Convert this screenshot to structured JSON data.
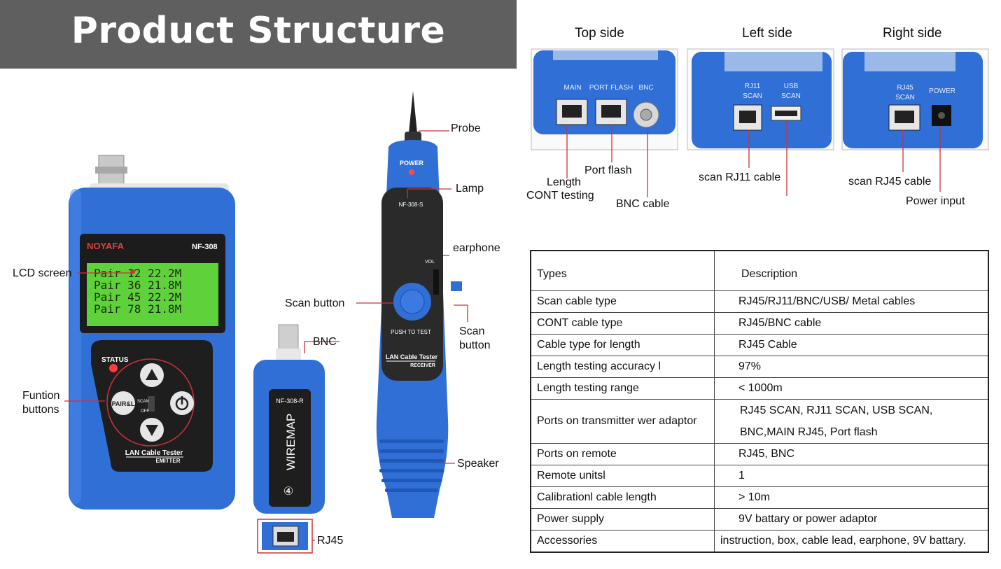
{
  "header": {
    "title": "Product Structure"
  },
  "emitter": {
    "brand": "NOYAFA",
    "model": "NF-308",
    "lcd_lines": [
      "Pair 12  22.2M",
      "Pair 36  21.8M",
      "Pair 45  22.2M",
      "Pair 78  21.8M"
    ],
    "status": "STATUS",
    "pair_button": "PAIR&L",
    "scan": "SCAN",
    "off": "OFF",
    "label_line1": "LAN Cable Tester",
    "label_line2": "EMITTER"
  },
  "remote": {
    "model": "NF-308-R",
    "label": "WIREMAP",
    "unit_number": "④"
  },
  "receiver": {
    "power": "POWER",
    "model": "NF-308-S",
    "vol": "VOL",
    "push": "PUSH TO TEST",
    "label_line1": "LAN Cable Tester",
    "label_line2": "RECEIVER"
  },
  "callouts": {
    "lcd_screen": "LCD screen",
    "function_buttons_1": "Funtion",
    "function_buttons_2": "buttons",
    "bnc": "BNC",
    "rj45": "RJ45",
    "probe": "Probe",
    "lamp": "Lamp",
    "earphone": "earphone",
    "scan_button_left": "Scan  button",
    "scan_button_right_1": "Scan",
    "scan_button_right_2": "button",
    "speaker": "Speaker"
  },
  "views": {
    "top": {
      "title": "Top side",
      "ports": [
        "MAIN",
        "PORT FLASH",
        "BNC"
      ],
      "labels": {
        "length_1": "Length",
        "length_2": "CONT testing",
        "port_flash": "Port flash",
        "bnc_cable": "BNC cable"
      }
    },
    "left": {
      "title": "Left side",
      "ports": [
        "RJ11",
        "SCAN",
        "USB",
        "SCAN"
      ],
      "labels": {
        "scan_rj11": "scan RJ11 cable"
      }
    },
    "right": {
      "title": "Right side",
      "ports": [
        "RJ45",
        "SCAN",
        "POWER"
      ],
      "labels": {
        "scan_rj45": "scan RJ45 cable",
        "power_input": "Power input"
      }
    }
  },
  "spec_table": {
    "header": [
      "Types",
      "Description"
    ],
    "rows": [
      [
        "Scan cable type",
        "RJ45/RJ11/BNC/USB/ Metal cables"
      ],
      [
        "CONT cable type",
        "RJ45/BNC cable"
      ],
      [
        "Cable type for length",
        "RJ45 Cable"
      ],
      [
        "Length testing accuracy l",
        "97%"
      ],
      [
        "Length testing range",
        "< 1000m"
      ],
      [
        "Ports on transmitter wer adaptor",
        "RJ45 SCAN, RJ11 SCAN, USB SCAN,",
        "BNC,MAIN RJ45, Port flash"
      ],
      [
        "Ports on remote",
        "RJ45, BNC"
      ],
      [
        "Remote unitsl",
        "1"
      ],
      [
        "Calibrationl cable length",
        "> 10m"
      ],
      [
        "Power supply",
        "9V battary  or power adaptor"
      ],
      [
        "Accessories",
        "instruction,  box, cable lead, earphone, 9V battary."
      ]
    ]
  },
  "colors": {
    "banner": "#5f5f5f",
    "device_blue": "#2f6fd6",
    "lcd_green": "#5fd13a",
    "callout_red": "#d0303a"
  }
}
